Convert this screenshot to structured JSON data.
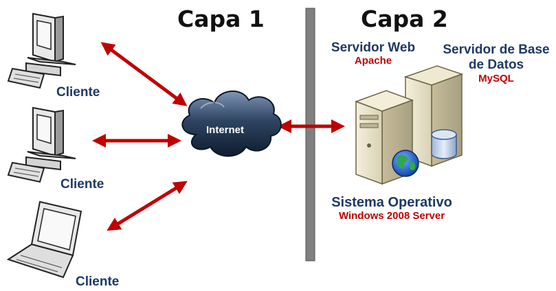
{
  "tiers": {
    "tier1": "Capa 1",
    "tier2": "Capa 2"
  },
  "clients": [
    {
      "label": "Cliente",
      "icon": "desktop-computer-icon"
    },
    {
      "label": "Cliente",
      "icon": "desktop-computer-icon"
    },
    {
      "label": "Cliente",
      "icon": "laptop-icon"
    }
  ],
  "cloud": {
    "label": "Internet",
    "icon": "internet-cloud-icon"
  },
  "web_server": {
    "title": "Servidor Web",
    "software": "Apache"
  },
  "db_server": {
    "title_line1": "Servidor de Base",
    "title_line2": "de Datos",
    "software": "MySQL"
  },
  "os": {
    "title": "Sistema Operativo",
    "software": "Windows 2008 Server"
  },
  "colors": {
    "arrow": "#c00000",
    "heading_blue": "#1f3864",
    "software_red": "#c00000",
    "divider": "#808080"
  }
}
